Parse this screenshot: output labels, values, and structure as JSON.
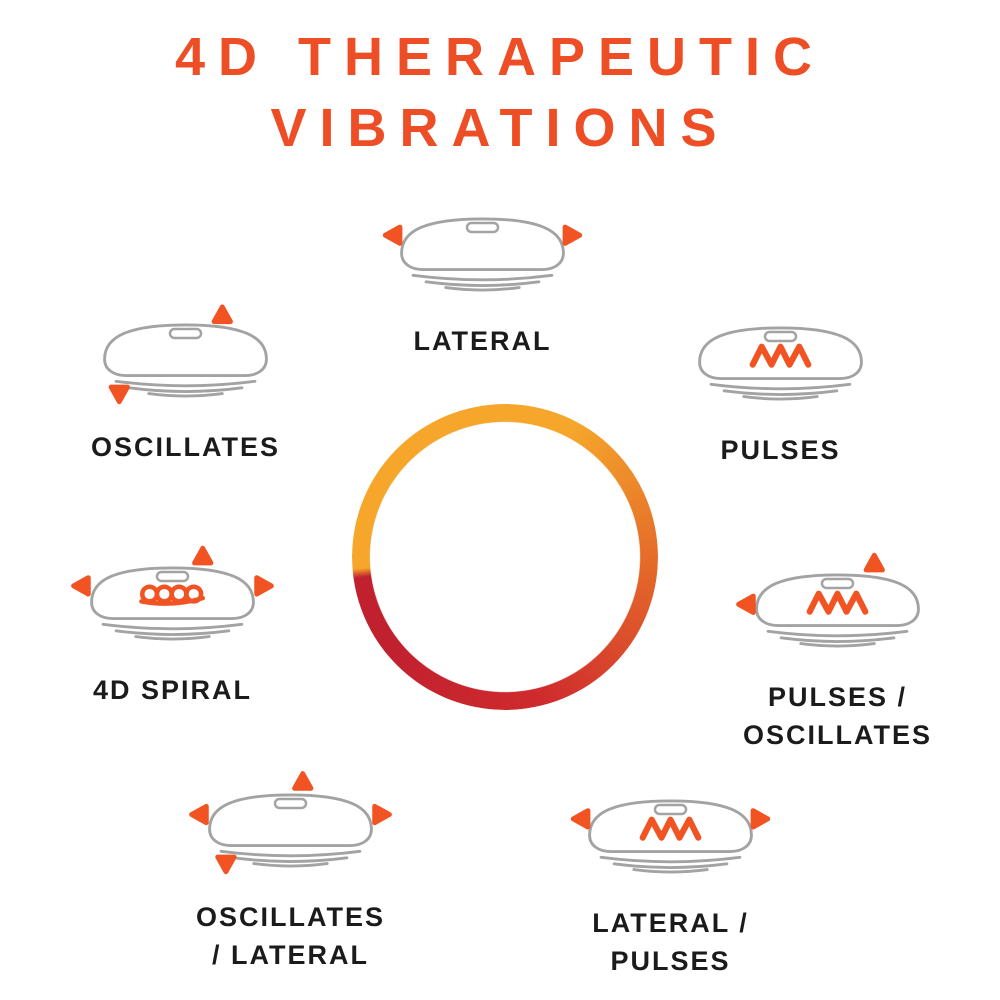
{
  "title": {
    "line1": "4D THERAPEUTIC",
    "line2": "VIBRATIONS"
  },
  "colors": {
    "title": "#ED4E25",
    "accent": "#F15322",
    "outline": "#A3A3A3",
    "label": "#1B1B1B",
    "ring-yellow": "#F5A62B",
    "ring-mid": "#E4682A",
    "ring-red": "#CF2B2D",
    "ring-deep": "#C1212F"
  },
  "items": [
    {
      "id": "lateral",
      "label_line1": "LATERAL",
      "label_line2": "",
      "modes": "lateral arrows left and right"
    },
    {
      "id": "oscillates",
      "label_line1": "OSCILLATES",
      "label_line2": "",
      "modes": "oscillate arrows up and down"
    },
    {
      "id": "pulses",
      "label_line1": "PULSES",
      "label_line2": "",
      "modes": "pulse wave on face"
    },
    {
      "id": "4d-spiral",
      "label_line1": "4D SPIRAL",
      "label_line2": "",
      "modes": "spiral loops with arrows up, left, right"
    },
    {
      "id": "pulses-oscillates",
      "label_line1": "PULSES /",
      "label_line2": "OSCILLATES",
      "modes": "pulse wave with oscillate arrows"
    },
    {
      "id": "oscillates-lateral",
      "label_line1": "OSCILLATES",
      "label_line2": "/ LATERAL",
      "modes": "oscillate and lateral arrows"
    },
    {
      "id": "lateral-pulses",
      "label_line1": "LATERAL /",
      "label_line2": "PULSES",
      "modes": "pulse wave with lateral arrows"
    }
  ]
}
